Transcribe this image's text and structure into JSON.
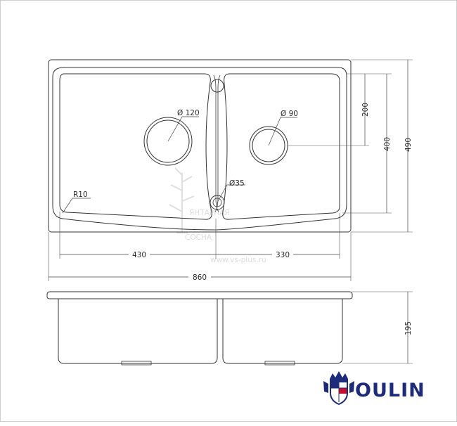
{
  "drawing": {
    "dimensions": {
      "overall_width": "860",
      "left_bowl_width": "430",
      "right_bowl_width": "330",
      "overall_depth": "490",
      "bowl_depth": "400",
      "drain_offset": "200",
      "bowl_height": "195",
      "corner_radius": "R10",
      "left_drain": "Ø 120",
      "right_drain": "Ø 90",
      "tap_hole": "Ø35"
    },
    "watermark": {
      "line1": "ЯНТАРНАЯ",
      "line2": "СОСНА",
      "url": "www.vs-plus.ru"
    },
    "brand": {
      "name": "OULIN",
      "colors": {
        "brand": "#1d2b7a",
        "accent": "#c8102e"
      }
    }
  }
}
